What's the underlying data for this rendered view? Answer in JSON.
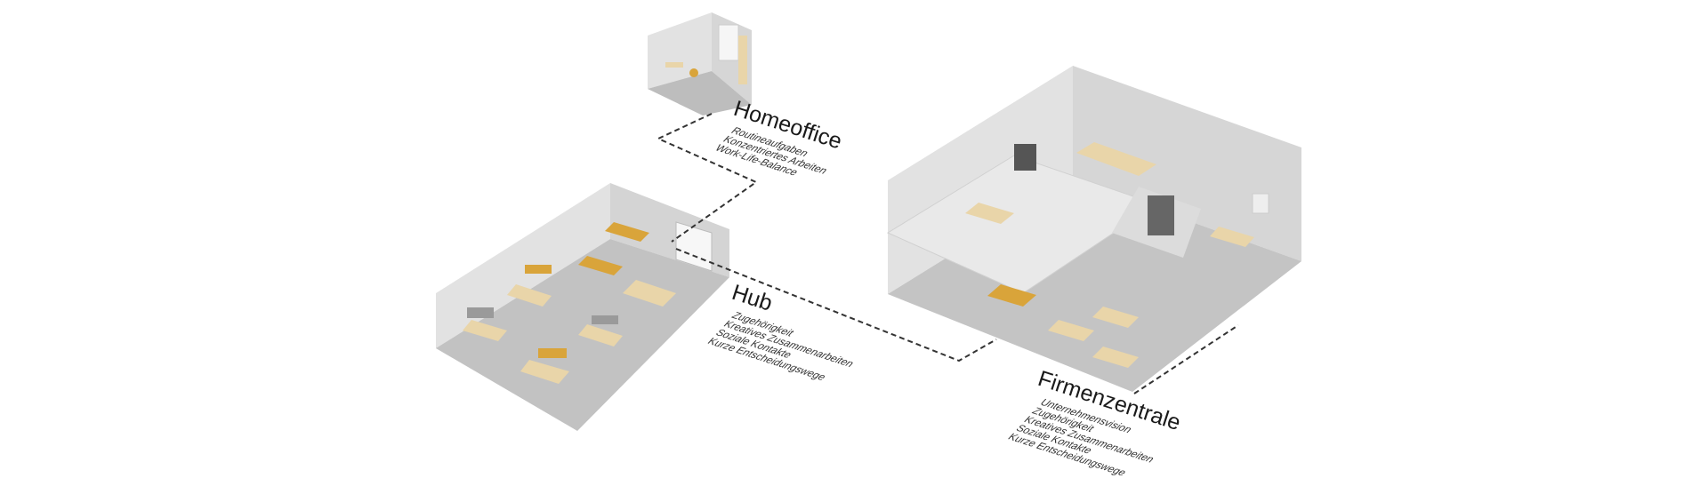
{
  "locations": [
    {
      "id": "homeoffice",
      "title": "Homeoffice",
      "items": [
        "Routineaufgaben",
        "Konzentriertes Arbeiten",
        "Work-Life-Balance"
      ]
    },
    {
      "id": "hub",
      "title": "Hub",
      "items": [
        "Zugehörigkeit",
        "Kreatives Zusammenarbeiten",
        "Soziale Kontakte",
        "Kurze Entscheidungswege"
      ]
    },
    {
      "id": "firmenzentrale",
      "title": "Firmenzentrale",
      "items": [
        "Unternehmensvision",
        "Zugehörigkeit",
        "Kreatives Zusammenarbeiten",
        "Soziale Kontakte",
        "Kurze Entscheidungswege"
      ]
    }
  ],
  "colors": {
    "wall": "#e4e4e4",
    "floor": "#bfbfbf",
    "accent": "#d9a43a",
    "wood": "#e9d5a9"
  }
}
